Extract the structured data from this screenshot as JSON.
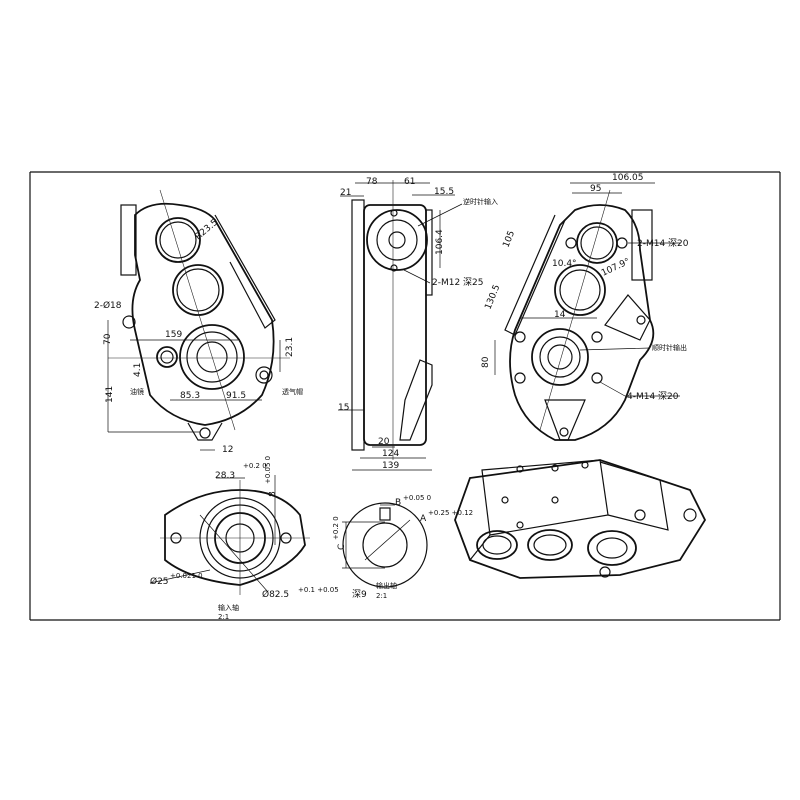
{
  "front_view": {
    "dim_radius": "R23.5",
    "dim_holes": "2-Ø18",
    "dim_width_top": "159",
    "dim_70": "70",
    "dim_23_1": "23.1",
    "dim_4_1": "4.1",
    "dim_141": "141",
    "dim_85_3": "85.3",
    "dim_91_5": "91.5",
    "dim_12": "12",
    "label_oil_sight": "油镜",
    "label_breather": "透气帽"
  },
  "side_view": {
    "dim_78": "78",
    "dim_61": "61",
    "dim_21": "21",
    "dim_15_5": "15.5",
    "dim_106_4": "106.4",
    "dim_15": "15",
    "dim_20": "20",
    "dim_124": "124",
    "dim_139": "139",
    "label_input": "逆时针输入",
    "label_thread": "2-M12 深25"
  },
  "rear_view": {
    "dim_106_05": "106.05",
    "dim_95": "95",
    "dim_105": "105",
    "dim_130_5": "130.5",
    "dim_angle_1": "10.4°",
    "dim_angle_2": "107.9°",
    "dim_14": "14",
    "dim_80": "80",
    "label_thread_top": "2-M14 深20",
    "label_thread_bottom": "4-M14 深20",
    "label_output": "顺时针输出"
  },
  "input_shaft": {
    "dim_28_3": "28.3",
    "tol_28_3": "+0.2 0",
    "dim_8": "8",
    "tol_8": "+0.05 0",
    "dim_25": "Ø25",
    "tol_25": "+0.021 0",
    "dim_82_5": "Ø82.5",
    "tol_82_5": "+0.1 +0.05",
    "depth": "深9",
    "title": "输入轴",
    "scale": "2:1"
  },
  "output_shaft": {
    "dim_b": "B",
    "tol_b": "+0.05 0",
    "dim_a": "A",
    "tol_a": "+0.25 +0.12",
    "dim_c": "C",
    "tol_c": "+0.2 0",
    "title": "输出轴",
    "scale": "2:1"
  }
}
